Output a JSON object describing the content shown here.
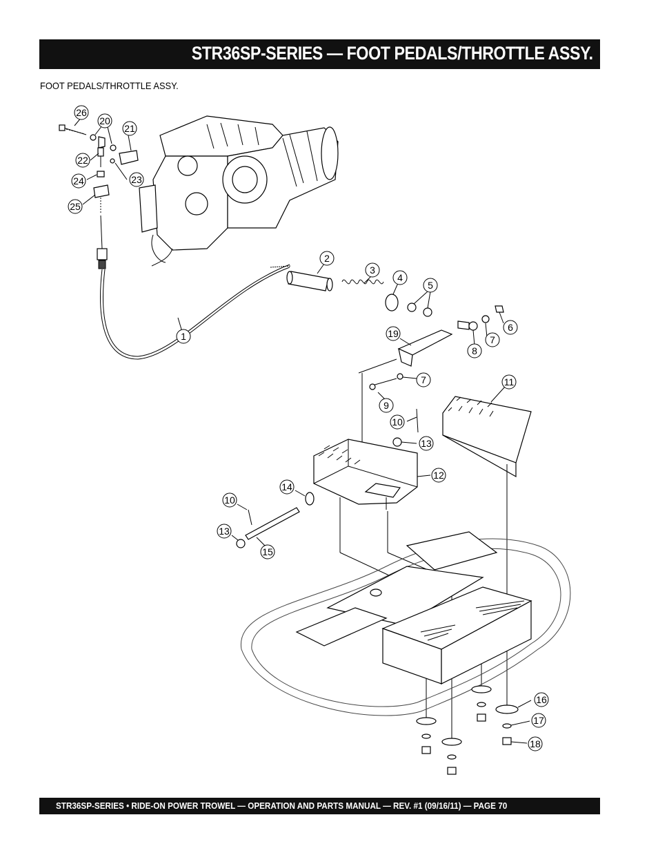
{
  "header": {
    "title": "STR36SP-SERIES — FOOT PEDALS/THROTTLE ASSY."
  },
  "subtitle": "FOOT PEDALS/THROTTLE ASSY.",
  "footer": {
    "text": "STR36SP-SERIES • RIDE-ON POWER TROWEL —  OPERATION AND PARTS MANUAL — REV. #1  (09/16/11) — PAGE 70"
  },
  "callouts": {
    "c1": "1",
    "c2": "2",
    "c3": "3",
    "c4": "4",
    "c5": "5",
    "c6": "6",
    "c7a": "7",
    "c7b": "7",
    "c8": "8",
    "c9": "9",
    "c10a": "10",
    "c10b": "10",
    "c11": "11",
    "c12": "12",
    "c13a": "13",
    "c13b": "13",
    "c14": "14",
    "c15": "15",
    "c16": "16",
    "c17": "17",
    "c18": "18",
    "c19": "19",
    "c20": "20",
    "c21": "21",
    "c22": "22",
    "c23": "23",
    "c24": "24",
    "c25": "25",
    "c26": "26"
  }
}
